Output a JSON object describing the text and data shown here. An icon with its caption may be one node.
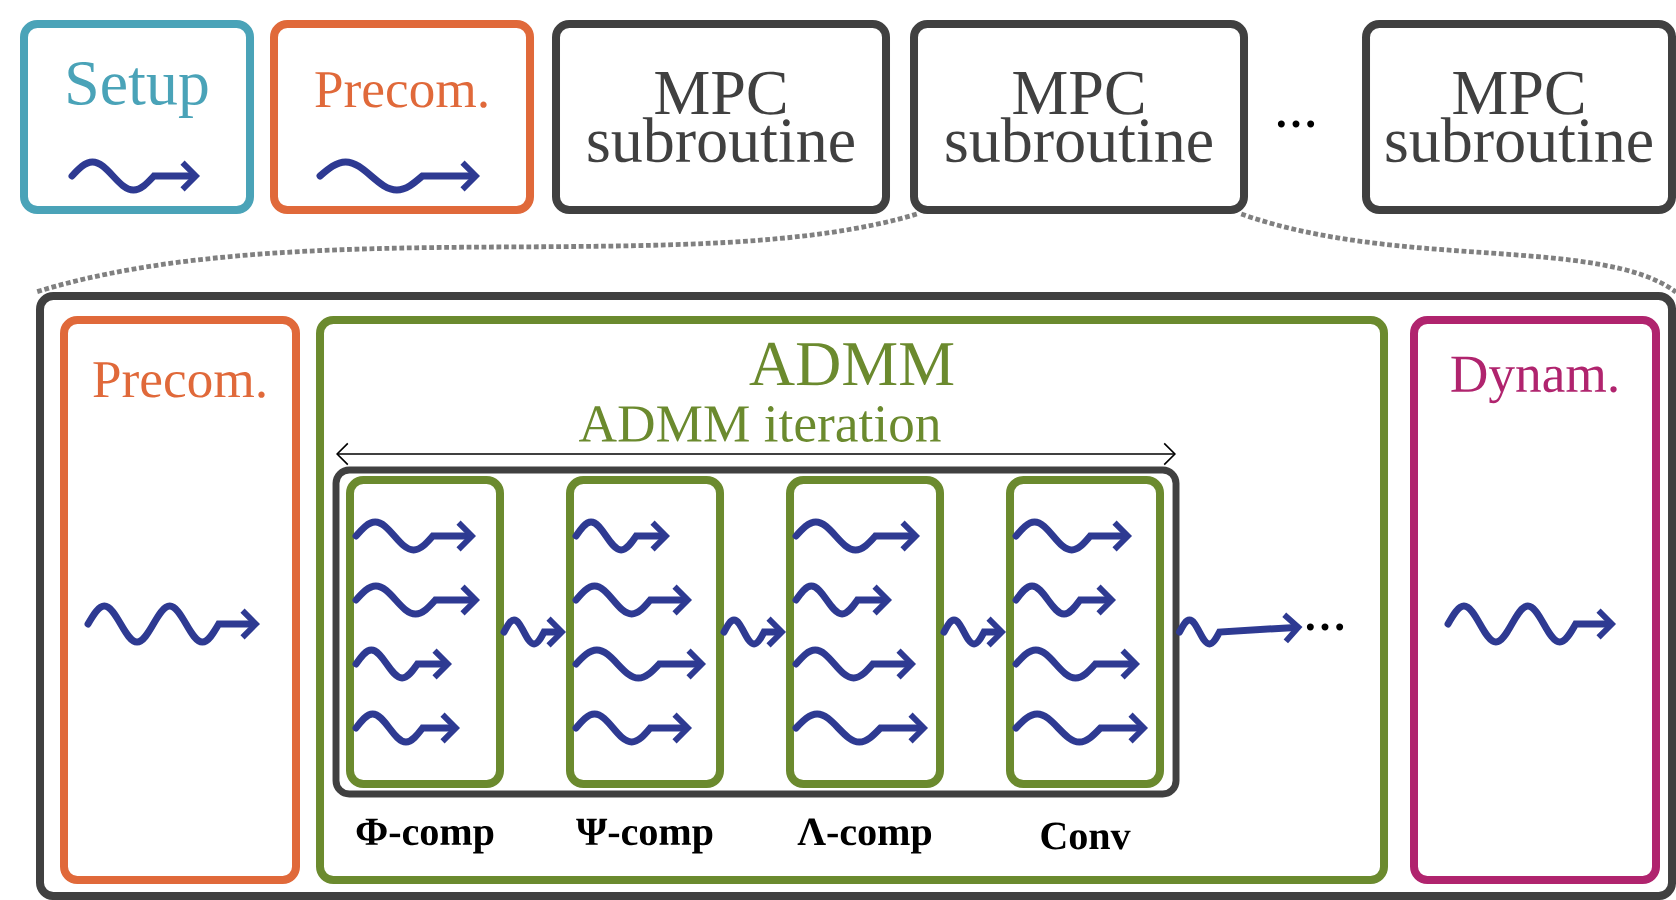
{
  "diagram": {
    "nodes": [
      {
        "text": [
          "Setup"
        ]
      },
      {
        "text": [
          "Precom."
        ]
      },
      {
        "text": [
          "MPC subroutine"
        ]
      },
      {
        "text": [
          "MPC subroutine"
        ]
      },
      {
        "text": [
          "MPC subroutine"
        ]
      },
      {
        "text": [],
        "shape": "box"
      },
      {
        "text": [
          "Precom."
        ],
        "in": 5
      },
      {
        "text": [
          "ADMM"
        ],
        "in": 5
      },
      {
        "text": [],
        "shape": "box",
        "in": 7
      },
      {
        "text": [
          "Φ-comp"
        ],
        "in": 8
      },
      {
        "text": [
          "Ψ-comp"
        ],
        "in": 8
      },
      {
        "text": [
          "Λ-comp"
        ],
        "in": 8
      },
      {
        "text": [
          "Conv"
        ],
        "in": 8
      },
      {
        "text": [
          "Dynam."
        ],
        "in": 5
      },
      {
        "text": [
          "..."
        ],
        "in": 7
      }
    ],
    "edges": [
      {
        "from": 3,
        "to": 5,
        "arrow": "none",
        "style": "dashed",
        "color": "#808080"
      },
      {
        "from": 3,
        "to": 5,
        "arrow": "none",
        "style": "dashed",
        "color": "#808080"
      },
      {
        "from": 9,
        "to": 10,
        "arrow": "to"
      },
      {
        "from": 10,
        "to": 11,
        "arrow": "to"
      },
      {
        "from": 11,
        "to": 12,
        "arrow": "to"
      },
      {
        "from": 8,
        "to": 14,
        "arrow": "to"
      }
    ],
    "labels": [
      "...",
      "ADMM iteration"
    ]
  }
}
